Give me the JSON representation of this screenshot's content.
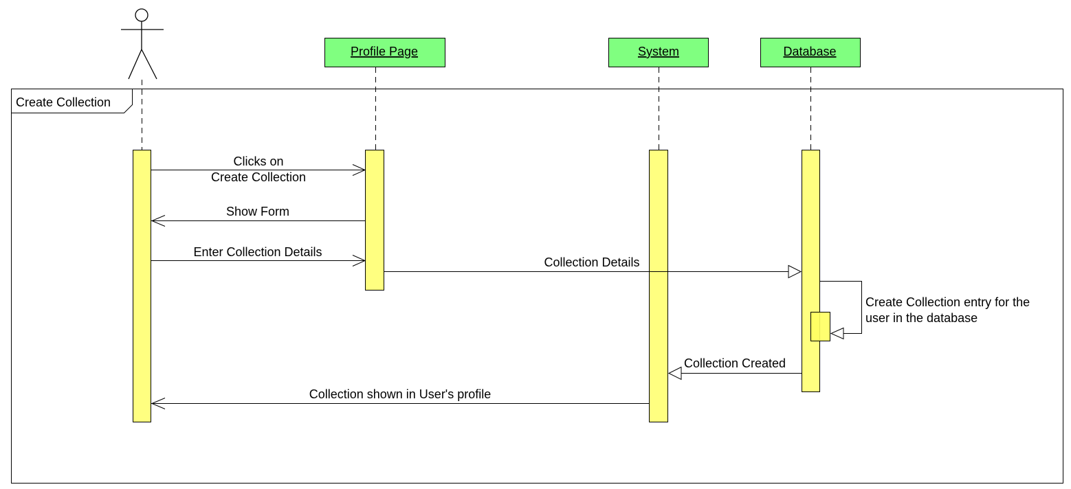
{
  "frame": {
    "label": "Create Collection"
  },
  "participants": [
    {
      "id": "actor",
      "label": ""
    },
    {
      "id": "profile",
      "label": "Profile Page"
    },
    {
      "id": "system",
      "label": "System"
    },
    {
      "id": "database",
      "label": "Database"
    }
  ],
  "messages": [
    {
      "from": "actor",
      "to": "profile",
      "lines": [
        "Clicks on",
        "Create Collection"
      ],
      "arrow": "open"
    },
    {
      "from": "profile",
      "to": "actor",
      "lines": [
        "Show Form"
      ],
      "arrow": "open"
    },
    {
      "from": "actor",
      "to": "profile",
      "lines": [
        "Enter Collection Details"
      ],
      "arrow": "open"
    },
    {
      "from": "profile",
      "to": "database",
      "lines": [
        "Collection Details"
      ],
      "arrow": "hollow"
    },
    {
      "from": "database",
      "to": "database",
      "lines": [
        "Create Collection entry for the",
        "user in the database"
      ],
      "arrow": "hollow"
    },
    {
      "from": "database",
      "to": "system",
      "lines": [
        "Collection Created"
      ],
      "arrow": "hollow"
    },
    {
      "from": "system",
      "to": "actor",
      "lines": [
        "Collection shown in User's profile"
      ],
      "arrow": "open"
    }
  ],
  "colors": {
    "participant_head": "#80ff80",
    "activation": "#ffff80",
    "line": "#000000"
  }
}
